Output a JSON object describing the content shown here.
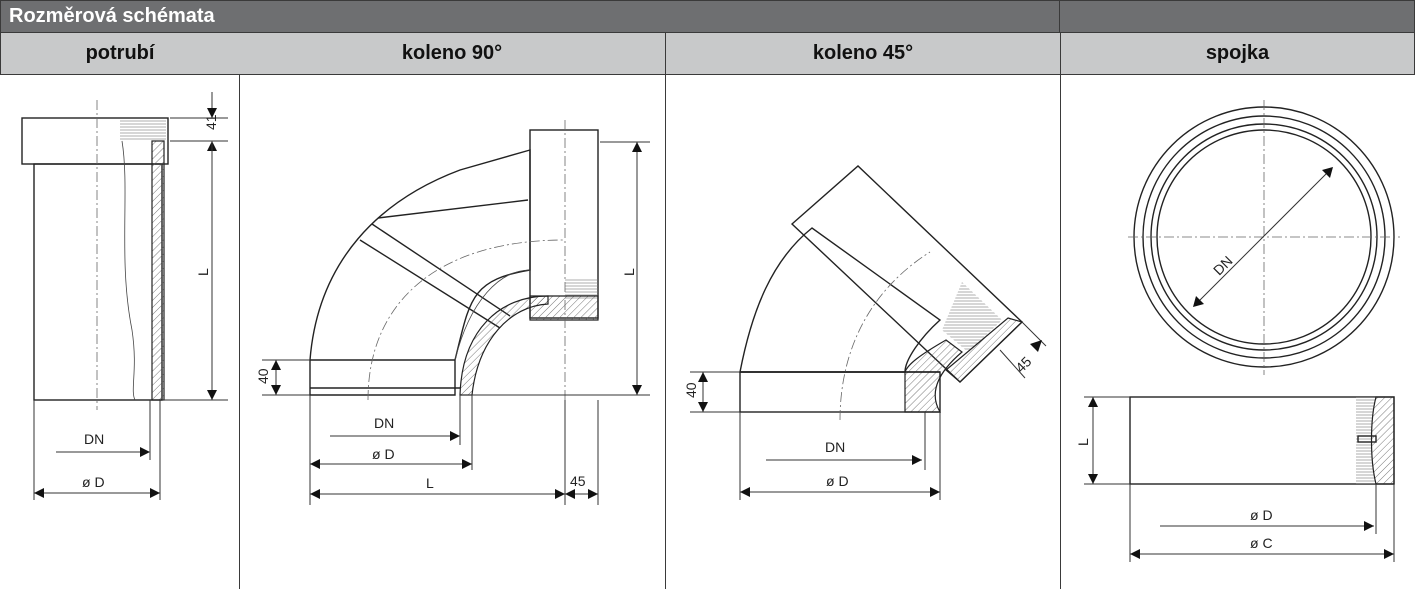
{
  "title": "Rozměrová schémata",
  "columns": [
    {
      "label": "potrubí"
    },
    {
      "label": "koleno 90°"
    },
    {
      "label": "koleno 45°"
    },
    {
      "label": "spojka"
    }
  ],
  "potrubi": {
    "dim_top": "41",
    "dim_len": "L",
    "dim_dn": "DN",
    "dim_d": "ø D"
  },
  "koleno90": {
    "dim_h": "40",
    "dim_len_v": "L",
    "dim_dn": "DN",
    "dim_d": "ø D",
    "dim_len_h": "L",
    "dim_45": "45"
  },
  "koleno45": {
    "dim_h": "40",
    "dim_dn": "DN",
    "dim_d": "ø D",
    "dim_45": "45"
  },
  "spojka": {
    "dim_dn": "DN",
    "dim_len": "L",
    "dim_d": "ø D",
    "dim_c": "ø C"
  }
}
